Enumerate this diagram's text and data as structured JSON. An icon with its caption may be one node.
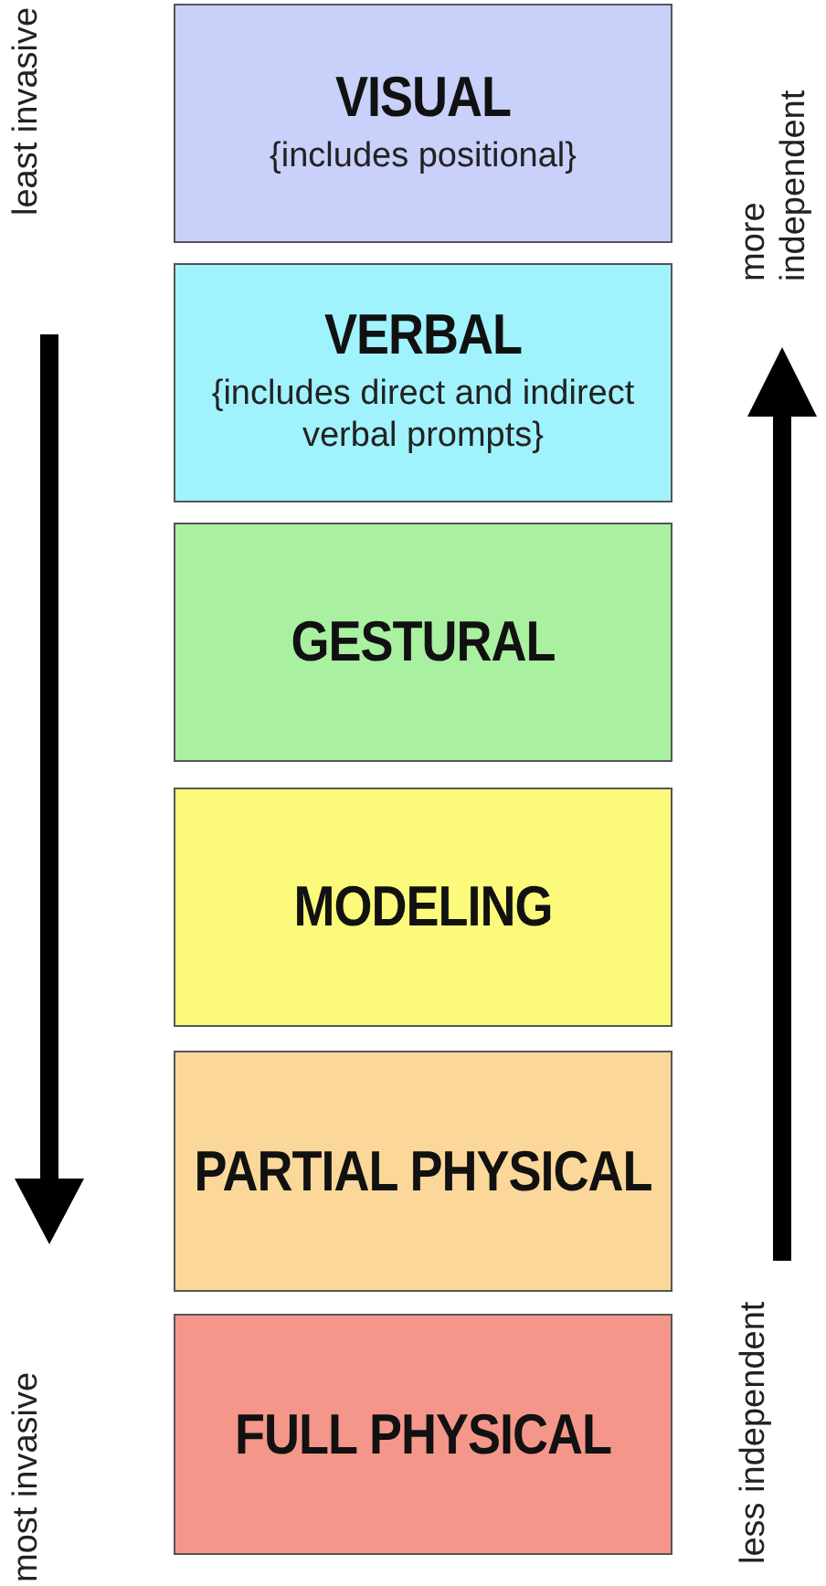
{
  "diagram": {
    "nodes": [
      {
        "text": [
          "VISUAL",
          "{includes positional}"
        ]
      },
      {
        "text": [
          "VERBAL",
          "{includes direct and indirect verbal prompts}"
        ]
      },
      {
        "text": [
          "GESTURAL"
        ]
      },
      {
        "text": [
          "MODELING"
        ]
      },
      {
        "text": [
          "PARTIAL PHYSICAL"
        ]
      },
      {
        "text": [
          "FULL PHYSICAL"
        ]
      }
    ],
    "labels": [
      "least invasive",
      "most invasive",
      "more independent",
      "less independent"
    ]
  }
}
